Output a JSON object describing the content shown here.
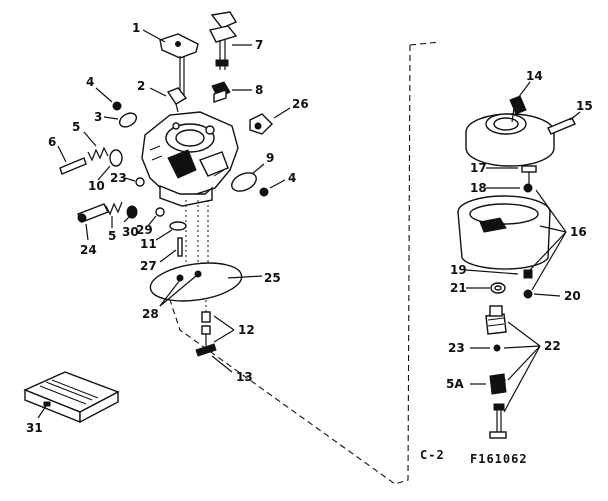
{
  "diagram": {
    "callouts": {
      "c1": "1",
      "c2": "2",
      "c3": "3",
      "c4a": "4",
      "c4b": "4",
      "c5a": "5",
      "c5b": "5",
      "c6": "6",
      "c7": "7",
      "c8": "8",
      "c9": "9",
      "c10": "10",
      "c11": "11",
      "c12": "12",
      "c13": "13",
      "c14": "14",
      "c15": "15",
      "c16": "16",
      "c17": "17",
      "c18": "18",
      "c19": "19",
      "c20": "20",
      "c21": "21",
      "c22": "22",
      "c23a": "23",
      "c23b": "23",
      "c24": "24",
      "c25": "25",
      "c26": "26",
      "c27": "27",
      "c28": "28",
      "c29": "29",
      "c30": "30",
      "c31": "31",
      "c5A": "5A"
    },
    "section_code": "C-2",
    "figure_number": "F161062"
  }
}
